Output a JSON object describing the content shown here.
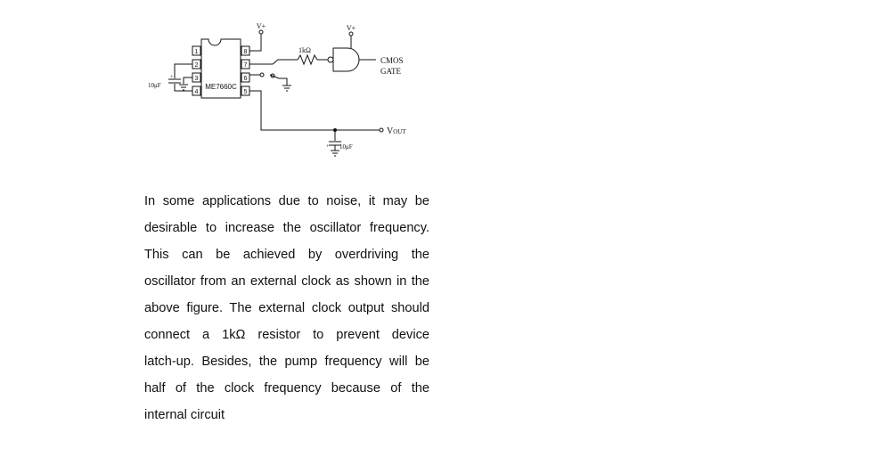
{
  "figure": {
    "chip_label": "ME7660C",
    "pins_left": [
      "1",
      "2",
      "3",
      "4"
    ],
    "pins_right": [
      "8",
      "7",
      "6",
      "5"
    ],
    "vplus_1": "V+",
    "vplus_2": "V+",
    "resistor_label": "1kΩ",
    "gate_label_line1": "CMOS",
    "gate_label_line2": "GATE",
    "cap_left_label": "10μF",
    "cap_bottom_label": "10μF",
    "vout_label": "V",
    "vout_sub": "OUT",
    "plus_sign_left": "+",
    "plus_sign_bottom": "+"
  },
  "paragraph": {
    "lines": [
      "In some applications due to noise, it may be",
      "desirable to increase the oscillator frequency.",
      "This can be achieved by overdriving the",
      "oscillator from an external clock as shown in the",
      "above figure. The external clock output should",
      "connect a 1kΩ  resistor to prevent device",
      "latch-up. Besides, the pump frequency will be",
      "half of the clock frequency because of the",
      "internal circuit"
    ]
  }
}
